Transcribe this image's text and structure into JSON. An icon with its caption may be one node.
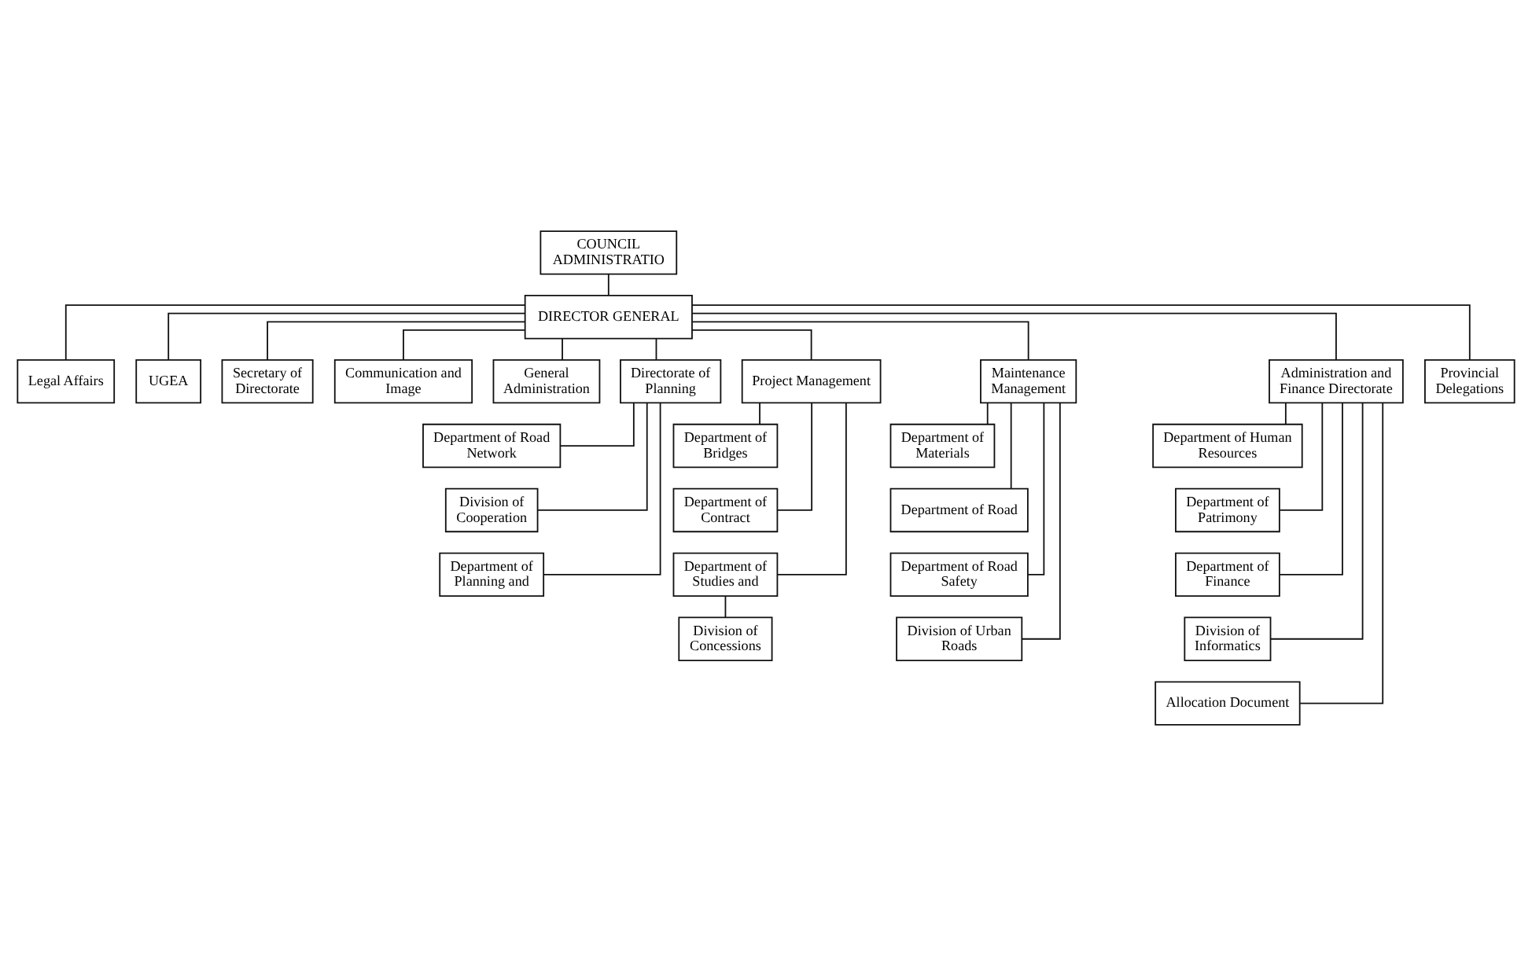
{
  "diagram": {
    "nodes": [
      {
        "text": [
          "COUNCIL ADMINISTRATIO"
        ]
      },
      {
        "text": [
          "DIRECTOR GENERAL"
        ]
      },
      {
        "text": [
          "Legal Affairs"
        ]
      },
      {
        "text": [
          "UGEA"
        ]
      },
      {
        "text": [
          "Secretary of Directorate"
        ]
      },
      {
        "text": [
          "Communication and Image"
        ]
      },
      {
        "text": [
          "General Administration"
        ]
      },
      {
        "text": [
          "Directorate of Planning"
        ]
      },
      {
        "text": [
          "Project Management"
        ]
      },
      {
        "text": [
          "Maintenance Management"
        ]
      },
      {
        "text": [
          "Administration and Finance Directorate"
        ]
      },
      {
        "text": [
          "Department of Road Network"
        ]
      },
      {
        "text": [
          "Division of Cooperation"
        ]
      },
      {
        "text": [
          "Department of Planning and"
        ]
      },
      {
        "text": [
          "Department of Bridges"
        ]
      },
      {
        "text": [
          "Department of Contract"
        ]
      },
      {
        "text": [
          "Department of Studies and"
        ]
      },
      {
        "text": [
          "Division of Concessions"
        ]
      },
      {
        "text": [
          "Department of Materials"
        ]
      },
      {
        "text": [
          "Department of Road"
        ]
      },
      {
        "text": [
          "Department of Road Safety"
        ]
      },
      {
        "text": [
          "Division of Urban Roads"
        ]
      },
      {
        "text": [
          "Department of Human Resources"
        ]
      },
      {
        "text": [
          "Department of Patrimony"
        ]
      },
      {
        "text": [
          "Department of Finance"
        ]
      },
      {
        "text": [
          "Division of Informatics"
        ]
      },
      {
        "text": [
          "Allocation Document"
        ]
      },
      {
        "text": [
          "Provincial Delegations"
        ]
      }
    ],
    "edges": [
      {
        "from": 0,
        "to": 1,
        "arrow": "none"
      },
      {
        "from": 1,
        "to": 2,
        "arrow": "none"
      },
      {
        "from": 1,
        "to": 3,
        "arrow": "none"
      },
      {
        "from": 1,
        "to": 4,
        "arrow": "none"
      },
      {
        "from": 1,
        "to": 5,
        "arrow": "none"
      },
      {
        "from": 1,
        "to": 6,
        "arrow": "none"
      },
      {
        "from": 1,
        "to": 7,
        "arrow": "none"
      },
      {
        "from": 1,
        "to": 8,
        "arrow": "none"
      },
      {
        "from": 1,
        "to": 9,
        "arrow": "none"
      },
      {
        "from": 1,
        "to": 10,
        "arrow": "none"
      },
      {
        "from": 7,
        "to": 11,
        "arrow": "none"
      },
      {
        "from": 7,
        "to": 12,
        "arrow": "none"
      },
      {
        "from": 7,
        "to": 13,
        "arrow": "none"
      },
      {
        "from": 8,
        "to": 14,
        "arrow": "none"
      },
      {
        "from": 8,
        "to": 15,
        "arrow": "none"
      },
      {
        "from": 8,
        "to": 16,
        "arrow": "none"
      },
      {
        "from": 16,
        "to": 17,
        "arrow": "none"
      },
      {
        "from": 9,
        "to": 18,
        "arrow": "none"
      },
      {
        "from": 9,
        "to": 19,
        "arrow": "none"
      },
      {
        "from": 9,
        "to": 20,
        "arrow": "none"
      },
      {
        "from": 9,
        "to": 21,
        "arrow": "none"
      },
      {
        "from": 10,
        "to": 22,
        "arrow": "none"
      },
      {
        "from": 10,
        "to": 23,
        "arrow": "none"
      },
      {
        "from": 10,
        "to": 24,
        "arrow": "none"
      },
      {
        "from": 10,
        "to": 25,
        "arrow": "none"
      },
      {
        "from": 10,
        "to": 26,
        "arrow": "none"
      },
      {
        "from": 1,
        "to": 27,
        "arrow": "none"
      }
    ]
  }
}
